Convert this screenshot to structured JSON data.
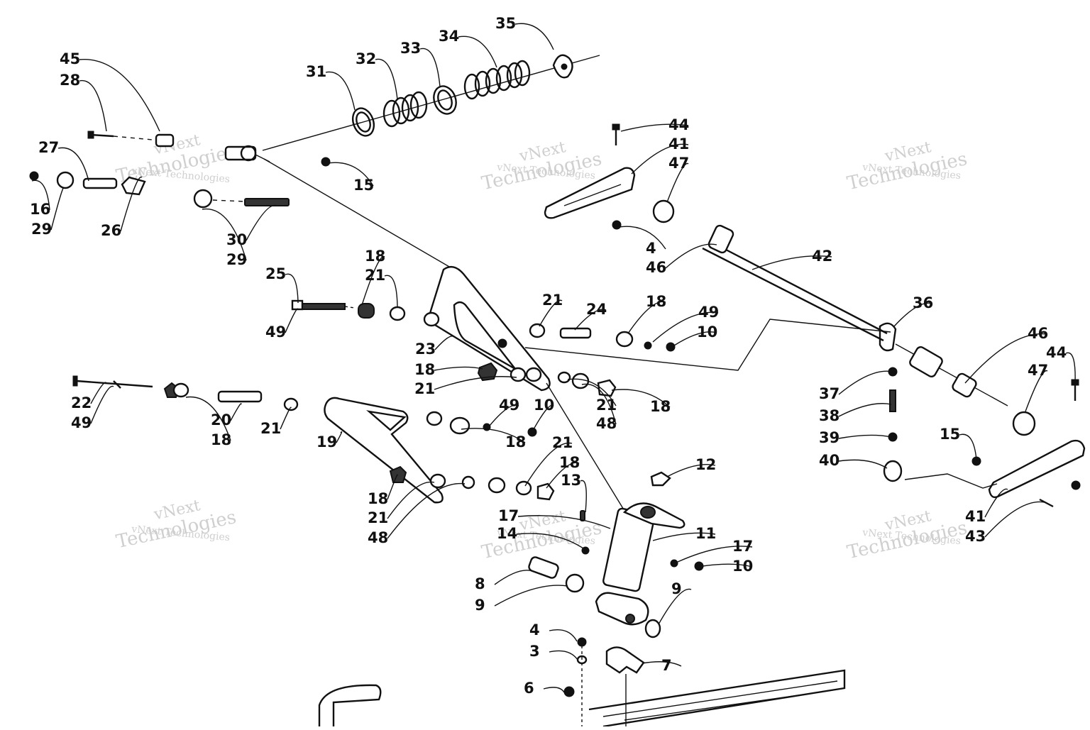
{
  "diagram": {
    "watermark": {
      "line1": "vNext",
      "line2": "Technologies",
      "line3": "vNext Technologies",
      "color": "#cfcfcf"
    },
    "callouts": [
      "35",
      "34",
      "33",
      "32",
      "31",
      "45",
      "28",
      "27",
      "16",
      "29",
      "26",
      "30",
      "29",
      "15",
      "44",
      "41",
      "47",
      "4",
      "46",
      "42",
      "25",
      "18",
      "21",
      "49",
      "21",
      "24",
      "18",
      "49",
      "10",
      "36",
      "23",
      "18",
      "21",
      "21",
      "48",
      "18",
      "22",
      "49",
      "20",
      "18",
      "21",
      "19",
      "49",
      "10",
      "18",
      "46",
      "44",
      "47",
      "37",
      "38",
      "39",
      "40",
      "15",
      "41",
      "43",
      "21",
      "18",
      "13",
      "12",
      "18",
      "21",
      "48",
      "17",
      "14",
      "11",
      "17",
      "10",
      "8",
      "9",
      "9",
      "4",
      "3",
      "7",
      "6"
    ]
  }
}
